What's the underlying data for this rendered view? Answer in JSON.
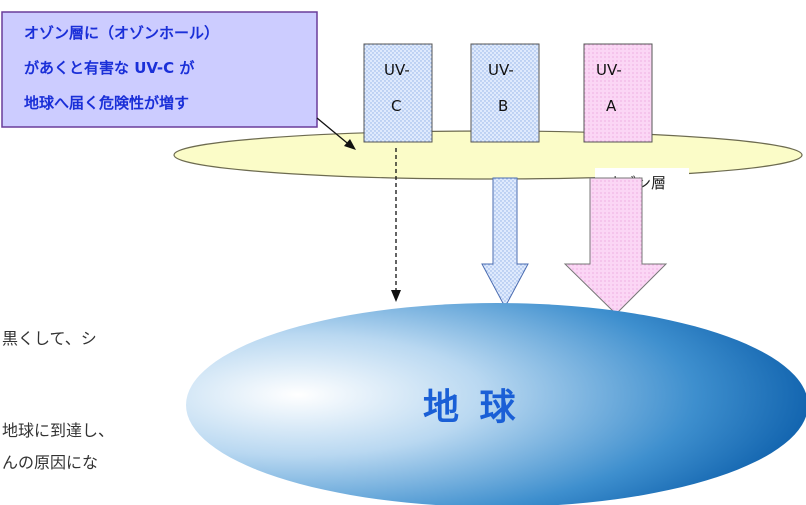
{
  "callout": {
    "lines": [
      "オゾン層に（オゾンホール）",
      "があくと有害な UV-C が",
      "地球へ届く危険性が増す"
    ],
    "text_color": "#1a2fd8",
    "fill": "#ccccff",
    "border": "#6a3d9a"
  },
  "uv_boxes": [
    {
      "id": "c",
      "line1": "UV-",
      "line2": "C",
      "fill": "#c9ddfb"
    },
    {
      "id": "b",
      "line1": "UV-",
      "line2": "B",
      "fill": "#c9ddfb"
    },
    {
      "id": "a",
      "line1": "UV-",
      "line2": "A",
      "fill": "#f8c5f0"
    }
  ],
  "ozone": {
    "label": "オゾン層",
    "fill": "#fbfcc8"
  },
  "earth": {
    "label": "地 球",
    "label_color": "#1a5fd6"
  },
  "body_text": {
    "line1": "黒くして、シ",
    "line2": "地球に到達し、",
    "line3": "んの原因にな"
  }
}
